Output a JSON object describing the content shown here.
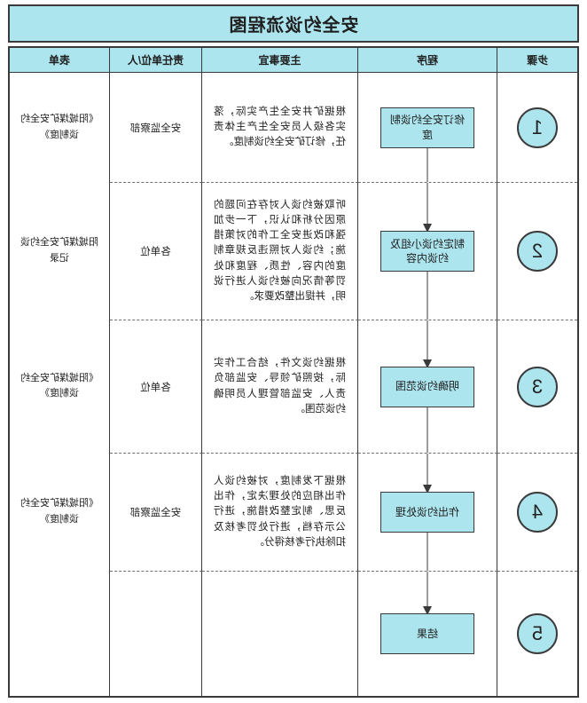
{
  "title": "安全约谈流程图",
  "columns": {
    "step": "步骤",
    "procedure": "程序",
    "matter": "主要事宜",
    "unit": "责任单位/人",
    "form": "表单"
  },
  "rows": [
    {
      "step": "1",
      "procedure": "修订安全约谈制度",
      "matter": "根据矿井安全生产实际，落实各级人员安全生产主体责任，修订矿安全约谈制度。",
      "unit": "安全监察部",
      "form": "《阳城煤矿安全约谈制度》"
    },
    {
      "step": "2",
      "procedure": "制定约谈小组及约谈内容",
      "matter": "听取被约谈人对存在问题的原因分析和认识，下一步加强和改进安全工作的对策措施；约谈人对照违反规章制度的内容、性质、程度和处罚等情况向被约谈人进行说明，并提出整改要求。",
      "unit": "各单位",
      "form": "阳城煤矿安全约谈记录"
    },
    {
      "step": "3",
      "procedure": "明确约谈范围",
      "matter": "根据约谈文件，结合工作实际，按照矿领导、安监部负责人、安监部管理人员明确约谈范围。",
      "unit": "各单位",
      "form": "《阳城煤矿安全约谈制度》"
    },
    {
      "step": "4",
      "procedure": "作出约谈处理",
      "matter": "根据下发制度，对被约谈人作出相应的处理决定，作出反思、制定整改措施，进行公示存档，进行处罚考核及扣除执行考核得分。",
      "unit": "安全监察部",
      "form": "《阳城煤矿安全约谈制度》"
    },
    {
      "step": "5",
      "procedure": "结果",
      "matter": "",
      "unit": "",
      "form": ""
    }
  ],
  "orientation_note": "mirrored-horizontally",
  "colors": {
    "accent": "#ade5ee",
    "border": "#3a3a3a",
    "dashed": "#6f6f6f",
    "text": "#1f1f1f"
  }
}
